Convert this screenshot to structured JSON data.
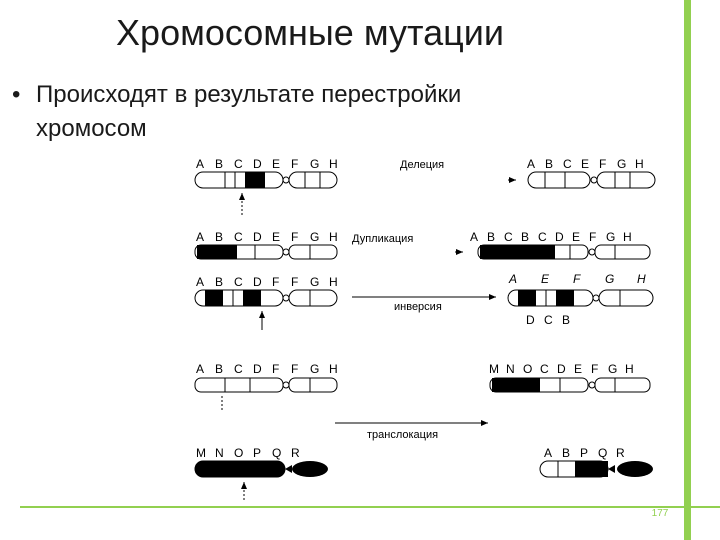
{
  "title": "Хромосомные мутации",
  "bullet": {
    "dot": "•",
    "text_line1": "Происходят в результате перестройки",
    "text_line2": "хромосом"
  },
  "page_number": "177",
  "accent_color": "#92d050",
  "labels": {
    "deletion": "Делеция",
    "duplication": "Дупликация",
    "inversion": "инверсия",
    "translocation": "транслокация"
  },
  "genes": {
    "del_before": [
      "A",
      "B",
      "C",
      "D",
      "E",
      "F",
      "G",
      "H"
    ],
    "del_after": [
      "A",
      "B",
      "C",
      "E",
      "F",
      "G",
      "H"
    ],
    "dup_before": [
      "A",
      "B",
      "C",
      "D",
      "E",
      "F",
      "G",
      "H"
    ],
    "dup_after": [
      "A",
      "B",
      "C",
      "B",
      "C",
      "D",
      "E",
      "F",
      "G",
      "H"
    ],
    "inv_before": [
      "A",
      "B",
      "C",
      "D",
      "F",
      "F",
      "G",
      "H"
    ],
    "inv_after_top": [
      "A",
      "E",
      "F",
      "G",
      "H"
    ],
    "inv_after_bottom": [
      "D",
      "C",
      "B"
    ],
    "tr_before_1": [
      "A",
      "B",
      "C",
      "D",
      "F",
      "F",
      "G",
      "H"
    ],
    "tr_before_2": [
      "M",
      "N",
      "O",
      "P",
      "Q",
      "R"
    ],
    "tr_after_1": [
      "M",
      "N",
      "O",
      "C",
      "D",
      "E",
      "F",
      "G",
      "H"
    ],
    "tr_after_2": [
      "A",
      "B",
      "P",
      "Q",
      "R"
    ]
  }
}
